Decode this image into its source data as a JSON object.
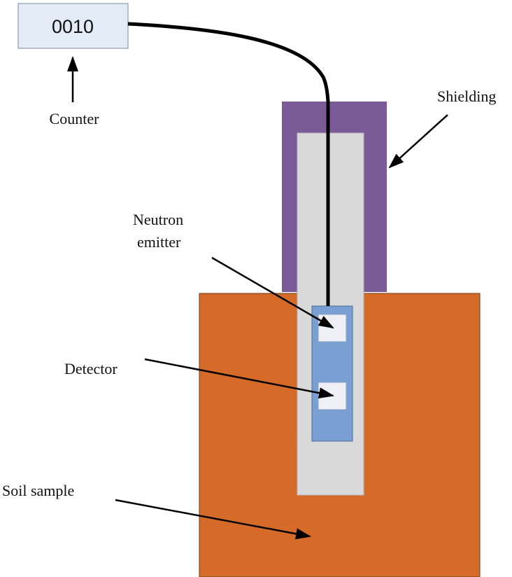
{
  "counter": {
    "display": "0010",
    "label": "Counter"
  },
  "labels": {
    "shielding": "Shielding",
    "neutron_emitter_line1": "Neutron",
    "neutron_emitter_line2": "emitter",
    "detector": "Detector",
    "soil_sample": "Soil sample"
  },
  "colors": {
    "soil": "#d66a28",
    "shielding": "#7b5a98",
    "tube": "#d9d9d9",
    "probe": "#7a9fd2",
    "sensor": "#eef0f6",
    "counter_box": "#e3ecf6",
    "cable": "#000000"
  }
}
